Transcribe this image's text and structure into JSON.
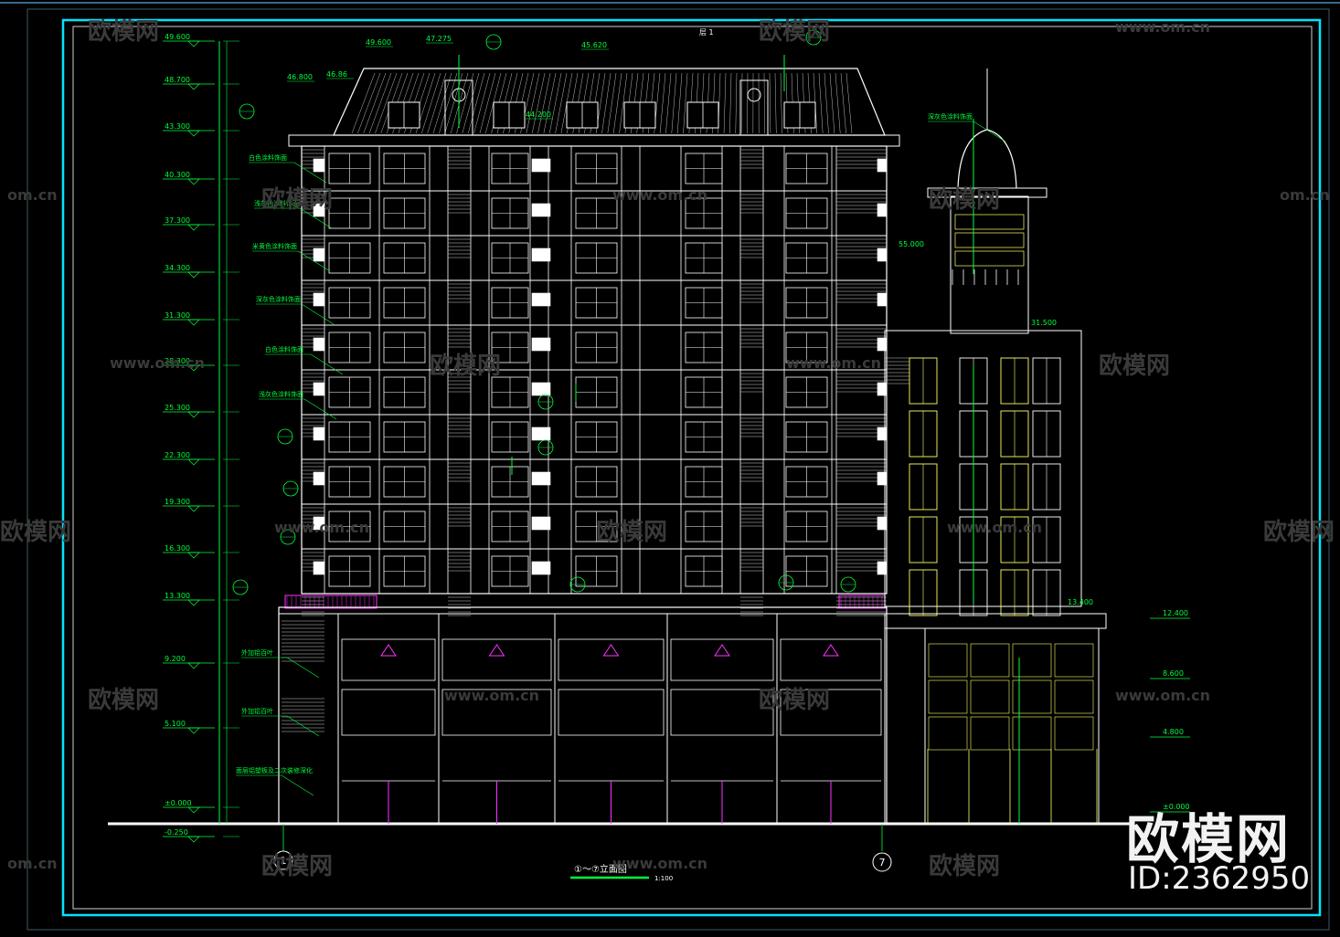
{
  "watermark": {
    "brand": "欧模网",
    "site": "www.om.cn",
    "site_short": "om.cn",
    "id_label": "ID:2362950"
  },
  "drawing": {
    "title": "①～⑦立面图",
    "scale": "1:100",
    "axis_left": "1",
    "axis_right": "7",
    "roof_mark": "层 1"
  },
  "levels_left": [
    "49.600",
    "48.700",
    "43.300",
    "40.300",
    "37.300",
    "34.300",
    "31.300",
    "28.300",
    "25.300",
    "22.300",
    "19.300",
    "16.300",
    "13.300",
    "9.200",
    "5.100",
    "±0.000",
    "-0.250"
  ],
  "levels_top": [
    "49.600",
    "47.275",
    "45.620",
    "46.800",
    "46.86",
    "44.200"
  ],
  "levels_right": [
    "12.400",
    "8.600",
    "4.800",
    "±0.000",
    "13.400",
    "31.500",
    "55.000"
  ],
  "notes": {
    "n1": "白色涂料饰面",
    "n2": "浅灰色涂料饰面",
    "n3": "米黄色涂料饰面",
    "n4": "外加铝百叶",
    "n5": "外加铝百叶",
    "n6": "面层铝塑板及二次装修深化",
    "n7": "深灰色涂料饰面",
    "n8": "白色涂料饰面",
    "n9": "浅灰色涂料饰面",
    "n10": "深灰色涂料饰面"
  },
  "colors": {
    "bg": "#000000",
    "frame": "#00e5ff",
    "line": "#ffffff",
    "dim": "#00ff3c",
    "accent": "#ff33ff",
    "window_y": "#ffff66"
  }
}
